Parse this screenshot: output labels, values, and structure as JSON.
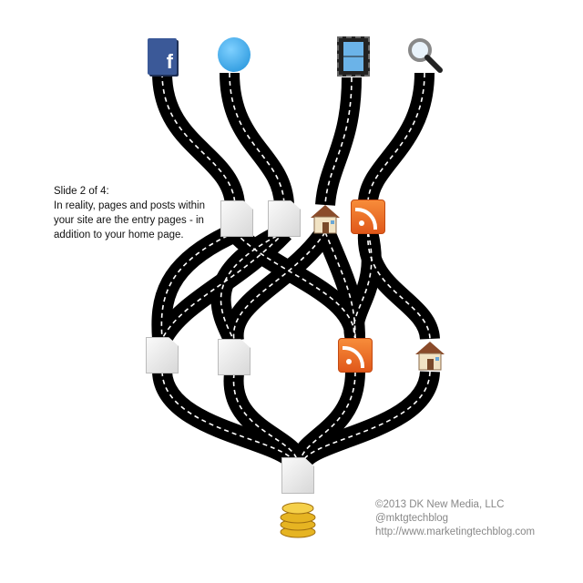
{
  "caption": {
    "line1": "Slide 2 of 4:",
    "line2": "In reality, pages and posts within",
    "line3": "your site are the entry pages - in",
    "line4": "addition to your home page."
  },
  "credits": {
    "copyright": "©2013 DK New Media, LLC",
    "handle": "@mktgtechblog",
    "url": "http://www.marketingtechblog.com"
  },
  "icons": {
    "facebook_letter": "f"
  },
  "colors": {
    "road": "#000000",
    "lane": "#ffffff",
    "rss": "#f26d21",
    "facebook": "#3b5998"
  }
}
